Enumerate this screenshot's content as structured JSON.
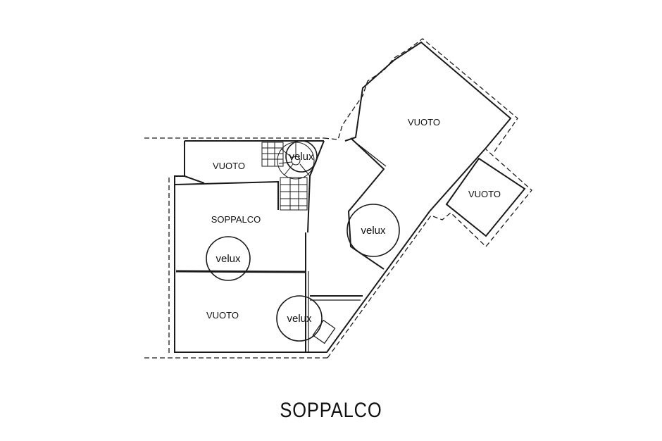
{
  "title": "SOPPALCO",
  "rooms": {
    "vuoto_top_left": "VUOTO",
    "soppalco": "SOPPALCO",
    "vuoto_bottom_left": "VUOTO",
    "vuoto_top_right": "VUOTO",
    "vuoto_right_annex": "VUOTO"
  },
  "skylights": {
    "velux_stair": "velux",
    "velux_soppalco": "velux",
    "velux_center": "velux",
    "velux_bottom": "velux"
  }
}
